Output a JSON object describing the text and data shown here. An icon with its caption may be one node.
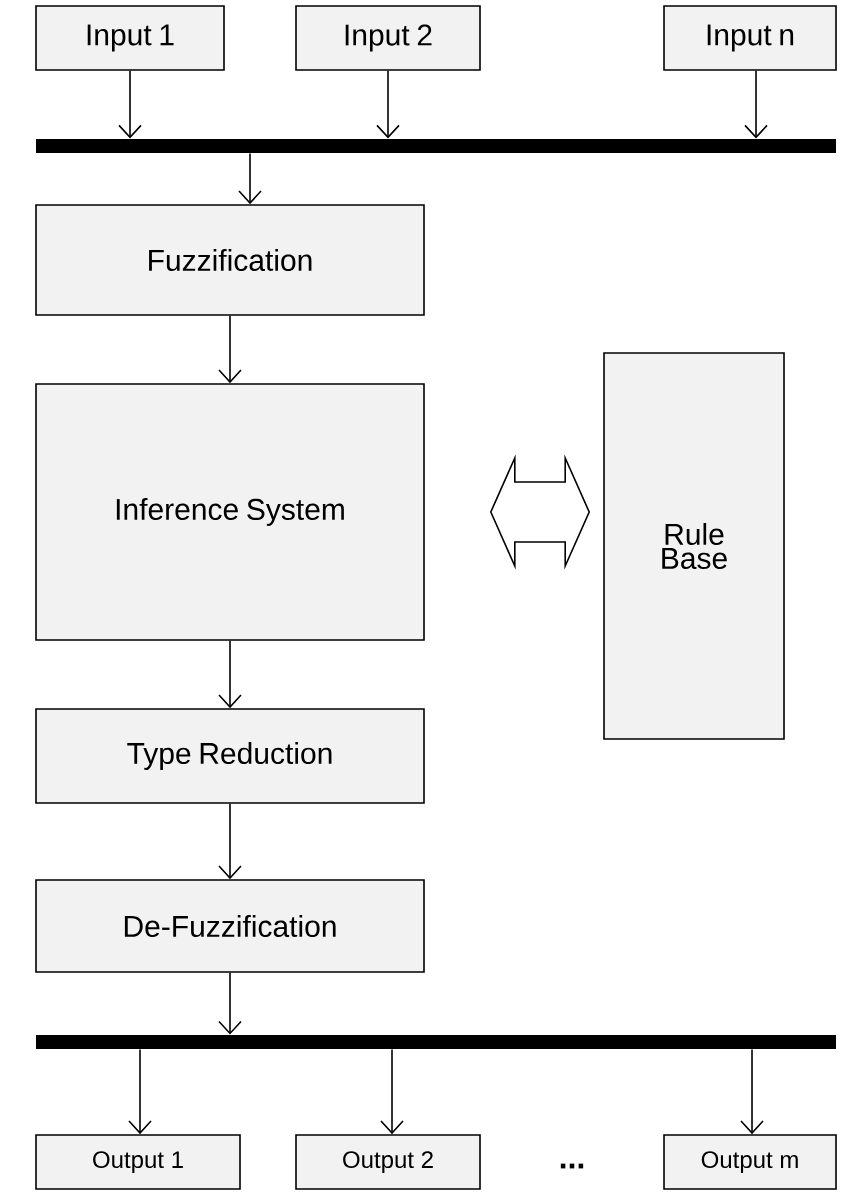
{
  "diagram": {
    "nodes": [
      {
        "text": [
          "Input 1"
        ]
      },
      {
        "text": [
          "Input 2"
        ]
      },
      {
        "text": [
          "Input n"
        ]
      },
      {
        "text": [],
        "shape": "bar"
      },
      {
        "text": [
          "Fuzzification"
        ]
      },
      {
        "text": [
          "Inference System"
        ]
      },
      {
        "text": [
          "Rule Base"
        ]
      },
      {
        "text": [
          "Type Reduction"
        ]
      },
      {
        "text": [
          "De-Fuzzification"
        ]
      },
      {
        "text": [],
        "shape": "bar"
      },
      {
        "text": [
          "Output 1"
        ]
      },
      {
        "text": [
          "Output 2"
        ]
      },
      {
        "text": [
          "Output m"
        ]
      }
    ],
    "edges": [
      {
        "from": 0,
        "to": 3,
        "arrow": "to"
      },
      {
        "from": 1,
        "to": 3,
        "arrow": "to"
      },
      {
        "from": 2,
        "to": 3,
        "arrow": "to"
      },
      {
        "from": 3,
        "to": 4,
        "arrow": "to"
      },
      {
        "from": 4,
        "to": 5,
        "arrow": "to"
      },
      {
        "from": 5,
        "to": 6,
        "arrow": "both"
      },
      {
        "from": 5,
        "to": 7,
        "arrow": "to"
      },
      {
        "from": 7,
        "to": 8,
        "arrow": "to"
      },
      {
        "from": 8,
        "to": 9,
        "arrow": "to"
      },
      {
        "from": 9,
        "to": 10,
        "arrow": "to"
      },
      {
        "from": 9,
        "to": 11,
        "arrow": "to"
      },
      {
        "from": 9,
        "to": 12,
        "arrow": "to"
      }
    ],
    "labels": [
      "..."
    ]
  }
}
